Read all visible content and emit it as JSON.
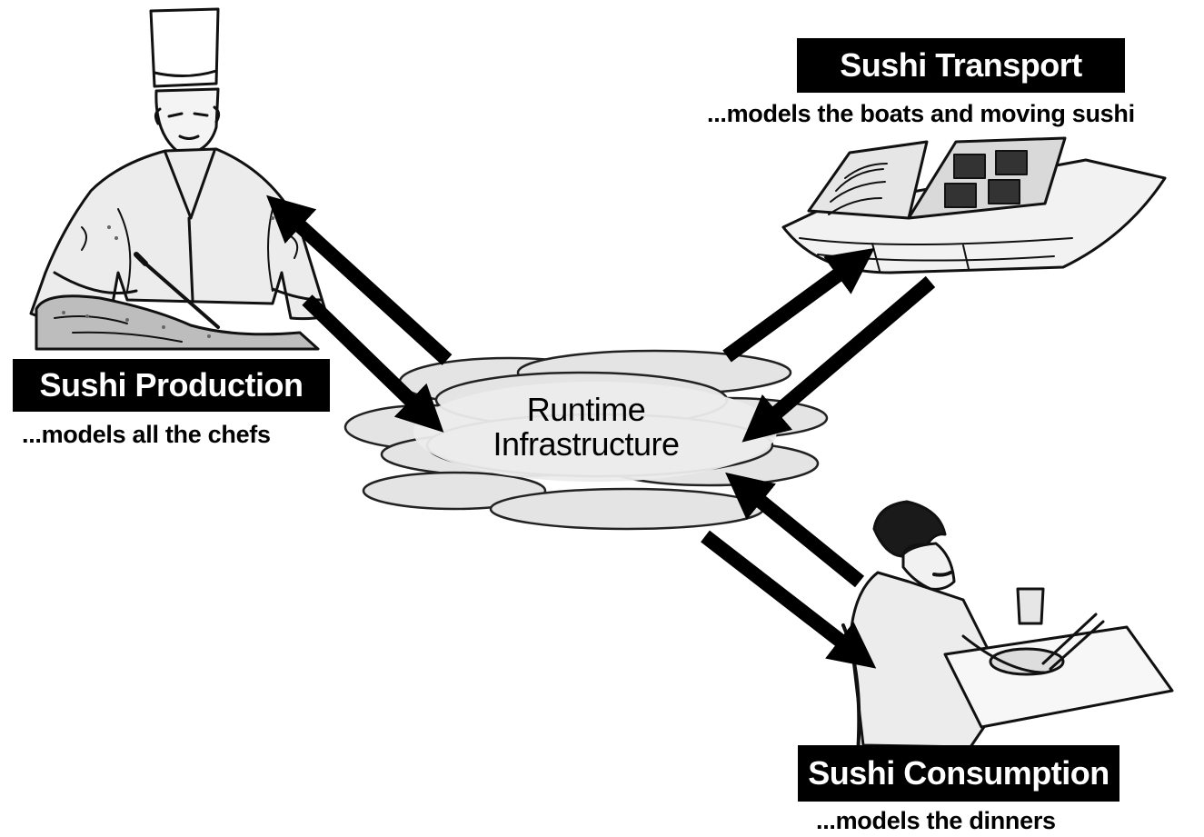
{
  "nodes": {
    "production": {
      "title": "Sushi Production",
      "caption": "...models all the chefs"
    },
    "transport": {
      "title": "Sushi Transport",
      "caption": "...models the boats and moving sushi"
    },
    "consumption": {
      "title": "Sushi Consumption",
      "caption": "...models the dinners"
    },
    "rti": {
      "line1": "Runtime",
      "line2": "Infrastructure"
    }
  },
  "icons": {
    "chef": "sushi-chef-illustration",
    "boat": "sushi-boat-illustration",
    "diner": "diner-illustration",
    "cloud": "cloud-illustration"
  }
}
